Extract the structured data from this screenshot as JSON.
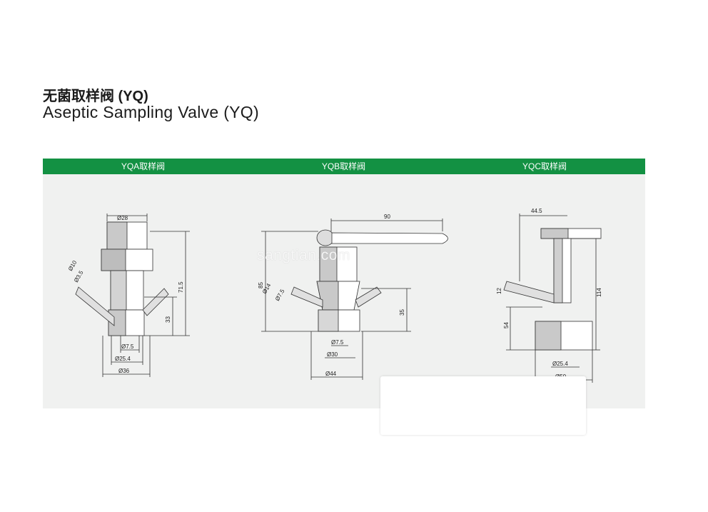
{
  "title": {
    "cn": "无菌取样阀 (YQ)",
    "en": "Aseptic Sampling Valve (YQ)"
  },
  "columns": [
    "YQA取样阀",
    "YQB取样阀",
    "YQC取样阀"
  ],
  "drawings": {
    "yqa": {
      "d_top": "Ø28",
      "d_inlet": "Ø10",
      "d_bore": "Ø3.5",
      "h_total": "71.5",
      "h_lower": "33",
      "d_small": "Ø7.5",
      "d_mid": "Ø25.4",
      "d_base": "Ø36"
    },
    "yqb": {
      "width": "90",
      "d_inlet": "Ø14",
      "d_bore": "Ø7.5",
      "h_total": "85",
      "h_lower": "35",
      "d_small": "Ø7.5",
      "d_mid": "Ø30",
      "d_base": "Ø44"
    },
    "yqc": {
      "width": "44.5",
      "inlet": "12",
      "h_total": "114",
      "h_lower": "54",
      "d_mid": "Ø25.4",
      "d_base": "Ø50"
    }
  },
  "watermark": "sangtian.com"
}
